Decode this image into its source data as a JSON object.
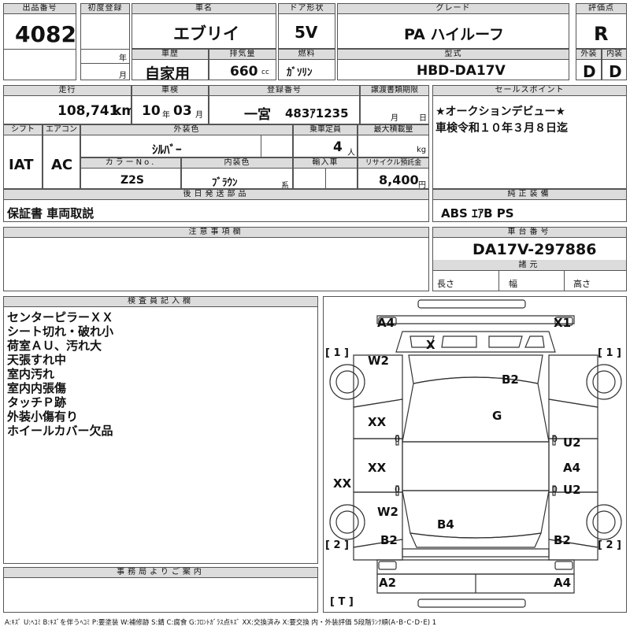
{
  "header": {
    "lot_label": "出品番号",
    "lot_value": "4082",
    "first_reg_label": "初度登録",
    "year_unit": "年",
    "month_unit": "月",
    "car_name_label": "車名",
    "car_name_value": "エブリイ",
    "door_label": "ドア形状",
    "door_value": "5V",
    "grade_label": "グレード",
    "grade_value": "PA ハイルーフ",
    "score_label": "評価点",
    "score_value": "R",
    "history_label": "車歴",
    "history_value": "自家用",
    "displacement_label": "排気量",
    "displacement_value": "660",
    "displacement_unit": "cc",
    "fuel_label": "燃料",
    "fuel_value": "ｶﾞｿﾘﾝ",
    "model_label": "型式",
    "model_value": "HBD-DA17V",
    "exterior_label": "外装",
    "exterior_value": "D",
    "interior_label": "内装",
    "interior_value": "D"
  },
  "row2": {
    "mileage_label": "走行",
    "mileage_value": "108,741",
    "mileage_unit": "km",
    "inspection_label": "車検",
    "inspection_year": "10",
    "inspection_year_unit": "年",
    "inspection_month": "03",
    "inspection_month_unit": "月",
    "regno_label": "登録番号",
    "regno_area": "一宮",
    "regno_number": "483ｱ1235",
    "transfer_label": "譲渡書類期限",
    "transfer_month": "月",
    "transfer_day": "日",
    "shift_label": "シフト",
    "shift_value": "IAT",
    "ac_label": "エアコン",
    "ac_value": "AC",
    "ext_color_label": "外装色",
    "ext_color_value": "ｼﾙﾊﾞｰ",
    "capacity_label": "乗車定員",
    "capacity_value": "4",
    "capacity_unit": "人",
    "load_label": "最大積載量",
    "load_unit": "kg",
    "color_no_label": "カラーNo.",
    "color_no_value": "Z2S",
    "int_color_label": "内装色",
    "int_color_value": "ﾌﾞﾗｳﾝ",
    "int_color_suffix": "系",
    "import_label": "輸入車",
    "recycle_label": "リサイクル預託金",
    "recycle_value": "8,400",
    "recycle_unit": "円"
  },
  "sales_points": {
    "label": "セールスポイント",
    "lines": [
      "★オークションデビュー★",
      "車検令和１０年３月８日迄"
    ]
  },
  "deferred": {
    "label": "後日発送部品",
    "value": "保証書 車両取説"
  },
  "genuine": {
    "label": "純正装備",
    "value": "ABS ｴｱB PS"
  },
  "caution": {
    "label": "注意事項欄"
  },
  "chassis": {
    "label": "車台番号",
    "value": "DA17V-297886",
    "specs_label": "諸元",
    "length_label": "長さ",
    "width_label": "幅",
    "height_label": "高さ"
  },
  "inspector": {
    "label": "検査員記入欄",
    "notes": [
      "センターピラーＸＸ",
      "シート切れ・破れ小",
      "荷室ＡＵ、汚れ大",
      "天張すれ中",
      "室内汚れ",
      "室内内張傷",
      "タッチＰ跡",
      "外装小傷有り",
      "ホイールカバー欠品"
    ]
  },
  "office": {
    "label": "事務局よりご案内"
  },
  "diagram": {
    "damage_labels": [
      "A4",
      "X1",
      "X",
      "W2",
      "B2",
      "G",
      "XX",
      "XX",
      "U2",
      "A4",
      "U2",
      "XX",
      "W2",
      "B4",
      "B2",
      "B2",
      "A2",
      "A4"
    ],
    "tire_labels": [
      "[ 1 ]",
      "[ 1 ]",
      "[ 2 ]",
      "[ 2 ]",
      "[ T ]"
    ],
    "small_zero": "0"
  },
  "legend": "A:ｷｽﾞ U:ﾍｺﾐ B:ｷｽﾞを伴うﾍｺﾐ P:要塗装 W:補修跡 S:錆 C:腐食 G:ﾌﾛﾝﾄｶﾞﾗｽ点ｷｽﾞ XX:交換済み X:要交換 内・外装評価 5段階ﾗﾝｸ順(A･B･C･D･E) 1"
}
